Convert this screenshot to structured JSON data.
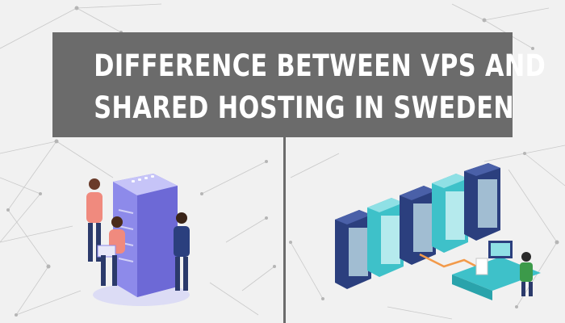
{
  "banner": {
    "title_line1": "DIFFERENCE BETWEEN VPS AND",
    "title_line2": "SHARED HOSTING IN SWEDEN"
  },
  "colors": {
    "background": "#f1f1f1",
    "banner_bg": "#6b6b6b",
    "banner_text": "#ffffff",
    "server_purple": "#7b78e6",
    "server_teal": "#3ec1c9",
    "server_navy": "#2b3f7e",
    "person_coral": "#f08a7e"
  },
  "illustrations": {
    "left": "shared-hosting-server-with-people",
    "right": "vps-server-rack-with-admin"
  }
}
